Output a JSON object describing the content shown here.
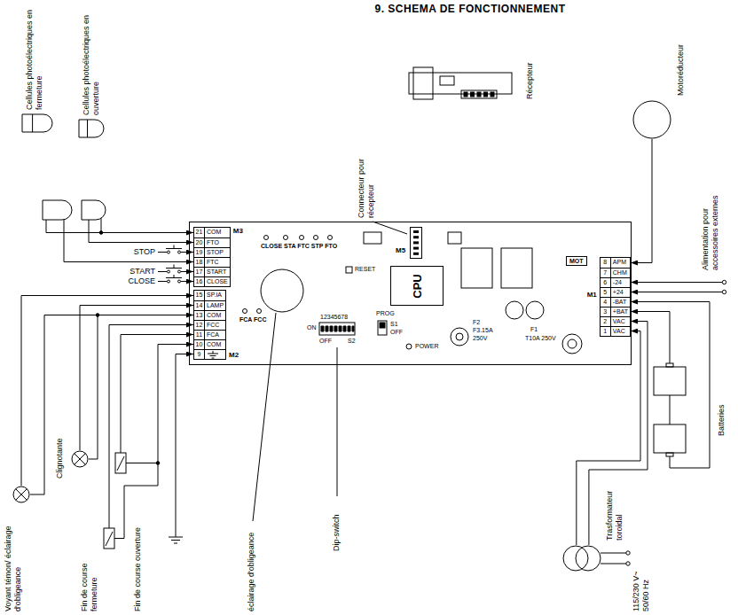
{
  "diagram": {
    "title": "9. SCHEMA DE FONCTIONNEMENT",
    "nodes": [
      {
        "text": [
          "RESET",
          "PROG",
          "S1",
          "OFF",
          "ON",
          "12345678",
          "OFF",
          "S2",
          "POWER",
          "F2",
          "F3.15A",
          "250V",
          "F1",
          "T10A 250V",
          "FCA FCC",
          "CLOSE STA FTC STP FTO"
        ]
      },
      {
        "text": [
          "CPU"
        ],
        "in": 0
      },
      {
        "text": [
          "M5"
        ],
        "in": 0
      },
      {
        "text": [
          "M3",
          "21",
          "COM",
          "20",
          "FTO",
          "19",
          "STOP",
          "18",
          "FTC",
          "17",
          "START",
          "16",
          "CLOSE"
        ],
        "in": 0
      },
      {
        "text": [
          "M2",
          "15",
          "SP.IA",
          "14",
          "LAMP",
          "13",
          "COM",
          "12",
          "FCC",
          "11",
          "FCA",
          "10",
          "COM",
          "9"
        ],
        "in": 0
      },
      {
        "text": [
          "MOT"
        ],
        "in": 0
      },
      {
        "text": [
          "M1",
          "8",
          "APM",
          "7",
          "CHM",
          "6",
          "-24",
          "5",
          "+24",
          "4",
          "-BAT",
          "3",
          "+BAT",
          "2",
          "VAC",
          "1",
          "VAC"
        ],
        "in": 0
      },
      {
        "text": [
          "Cellules photoélectriques en fermeture"
        ]
      },
      {
        "text": [
          "Cellules photoélectriques en ouverture"
        ]
      },
      {
        "text": [
          "Récepteur"
        ]
      },
      {
        "text": [
          "Motoréducteur"
        ]
      },
      {
        "text": [
          "Batteries"
        ]
      },
      {
        "text": [
          "Trasformateur toroidal"
        ]
      },
      {
        "text": [
          "Voyant témon/ éclairage d'obligeance"
        ]
      },
      {
        "text": [
          "Clignotante"
        ]
      },
      {
        "text": [
          "Fin de course fermeture"
        ]
      },
      {
        "text": [
          "Fin de course ouverture"
        ]
      }
    ],
    "edges": [
      {
        "from": 10,
        "to": 6,
        "arrow": "to"
      },
      {
        "from": 11,
        "to": 6,
        "arrow": "to"
      },
      {
        "from": 11,
        "to": 6,
        "arrow": "to"
      },
      {
        "from": 12,
        "to": 6,
        "arrow": "to"
      },
      {
        "from": 12,
        "to": 6,
        "arrow": "to"
      },
      {
        "from": 13,
        "to": 4,
        "arrow": "to"
      },
      {
        "from": 14,
        "to": 4,
        "arrow": "to"
      },
      {
        "from": 15,
        "to": 4,
        "arrow": "to"
      },
      {
        "from": 16,
        "to": 4,
        "arrow": "to"
      }
    ],
    "labels": [
      "STOP",
      "START",
      "CLOSE",
      "Connecteur pour récepteur",
      "Alimentation pour accessoires externes",
      "115/230 V~ 50/60 Hz",
      "éclairage d'obligeance",
      "Dip-switch"
    ]
  }
}
